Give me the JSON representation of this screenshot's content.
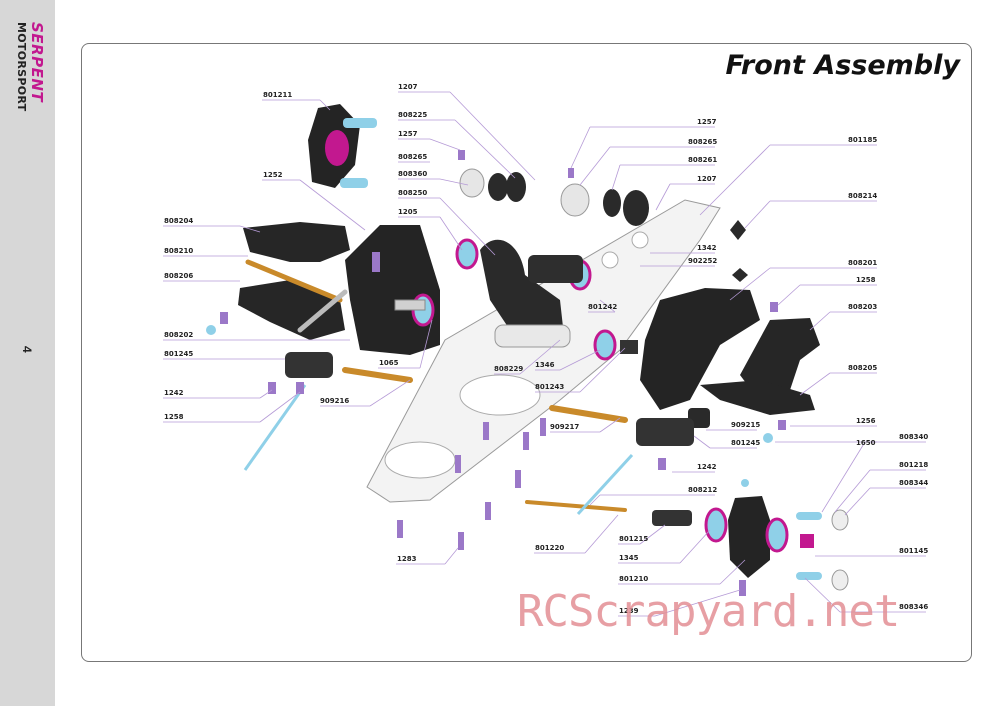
{
  "brand": {
    "main": "SERPENT",
    "sub": "MOTORSPORT"
  },
  "page_number": "4",
  "title": "Front Assembly",
  "watermark": "RCScrapyard.net",
  "colors": {
    "sidebar": "#d7d7d7",
    "brand_accent": "#c2188f",
    "part_black": "#242424",
    "part_purple": "#9b78c8",
    "part_blue": "#8fd0e8",
    "part_orange": "#c98a2a",
    "leader_line": "#b59ad6",
    "watermark": "#e38f95"
  },
  "labels": {
    "l801211": "801211",
    "l1207a": "1207",
    "l808225": "808225",
    "l1257a": "1257",
    "l808265a": "808265",
    "l808360": "808360",
    "l808250": "808250",
    "l1252": "1252",
    "l1205": "1205",
    "l808204": "808204",
    "l808210": "808210",
    "l808206": "808206",
    "l808202": "808202",
    "l801245a": "801245",
    "l1242a": "1242",
    "l1258a": "1258",
    "l1065": "1065",
    "l909216": "909216",
    "l808229": "808229",
    "l1346": "1346",
    "l801243": "801243",
    "l909217": "909217",
    "l801242": "801242",
    "l902252": "902252",
    "l1342": "1342",
    "l1257b": "1257",
    "l808265b": "808265",
    "l808261": "808261",
    "l1207b": "1207",
    "l801185": "801185",
    "l808214": "808214",
    "l808201": "808201",
    "l1258b": "1258",
    "l808203": "808203",
    "l808205": "808205",
    "l1256": "1256",
    "l909215": "909215",
    "l1650": "1650",
    "l801245b": "801245",
    "l808340": "808340",
    "l801218": "801218",
    "l1242b": "1242",
    "l808344": "808344",
    "l808212": "808212",
    "l801215": "801215",
    "l1345": "1345",
    "l801220": "801220",
    "l801145": "801145",
    "l801210": "801210",
    "l1239": "1239",
    "l808346": "808346",
    "l1283": "1283"
  }
}
